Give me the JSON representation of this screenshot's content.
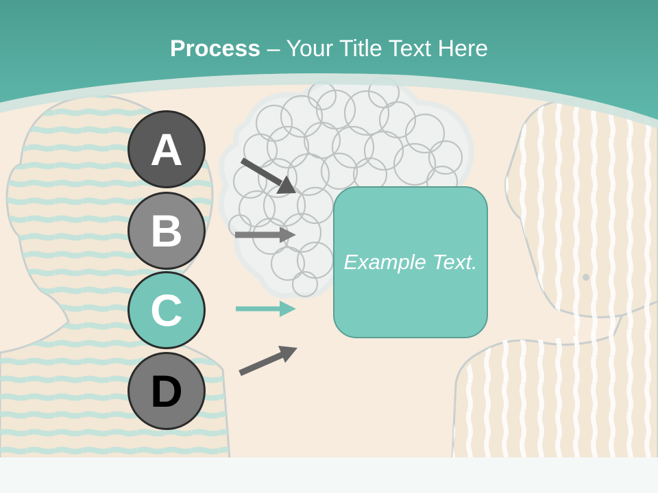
{
  "title": {
    "bold": "Process",
    "rest": " – Your Title Text Here"
  },
  "steps": [
    {
      "label": "A",
      "fill": "#5a5a5a",
      "text_color": "#ffffff"
    },
    {
      "label": "B",
      "fill": "#8a8a8a",
      "text_color": "#ffffff"
    },
    {
      "label": "C",
      "fill": "#75c5b9",
      "text_color": "#ffffff"
    },
    {
      "label": "D",
      "fill": "#7a7a7a",
      "text_color": "#000000"
    }
  ],
  "arrows": [
    {
      "name": "arrow-a",
      "color": "#5a5a5a"
    },
    {
      "name": "arrow-b",
      "color": "#7f7f7f"
    },
    {
      "name": "arrow-c",
      "color": "#74c3b7"
    },
    {
      "name": "arrow-d",
      "color": "#666666"
    }
  ],
  "example_box": {
    "text": "Example Text."
  },
  "colors": {
    "teal": "#5fb8ac",
    "cream": "#f7ecde",
    "outline": "#c9cfce"
  }
}
